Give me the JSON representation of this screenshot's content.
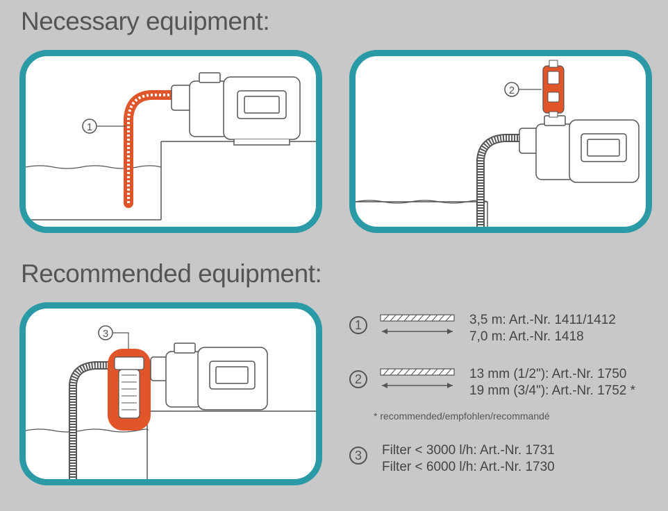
{
  "headings": {
    "necessary": "Necessary equipment:",
    "recommended": "Recommended equipment:"
  },
  "callouts": {
    "one": "1",
    "two": "2",
    "three": "3"
  },
  "legend": {
    "item1": {
      "number": "1",
      "line1": "3,5 m: Art.-Nr. 1411/1412",
      "line2": "7,0 m: Art.-Nr. 1418"
    },
    "item2": {
      "number": "2",
      "line1": "13 mm (1/2\"): Art.-Nr. 1750",
      "line2": "19 mm (3/4\"): Art.-Nr. 1752 *"
    },
    "note": "* recommended/empfohlen/recommandé",
    "item3": {
      "number": "3",
      "line1": "Filter < 3000 l/h: Art.-Nr. 1731",
      "line2": "Filter < 6000 l/h: Art.-Nr. 1730"
    }
  },
  "colors": {
    "background": "#c8c8c8",
    "panel_border": "#2a9aa6",
    "highlight": "#e0552a",
    "line": "#555555"
  }
}
